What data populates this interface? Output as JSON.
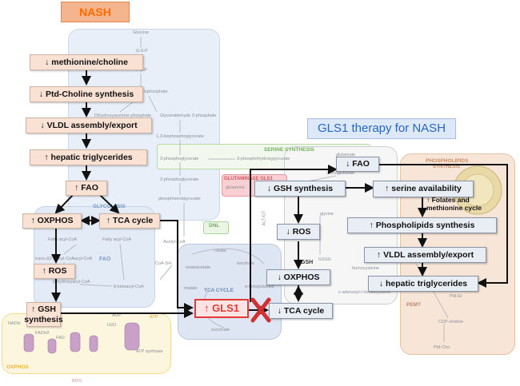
{
  "colors": {
    "nash_title_text": "#ff6a00",
    "gls1_title_text": "#2866c7",
    "gls1_red": "#e53935",
    "cross_red": "#d32f2f",
    "left_box_fill": "#f9e1d3",
    "right_box_fill": "#e9eef5"
  },
  "titles": {
    "nash": "NASH",
    "gls1_therapy": "GLS1 therapy for NASH"
  },
  "nash_pathway": {
    "methionine": "↓ methionine/choline",
    "ptd_choline": "↓ Ptd-Choline synthesis",
    "vldl": "↓ VLDL assembly/export",
    "triglycerides": "↑ hepatic triglycerides",
    "fao": "↑ FAO",
    "oxphos": "↑ OXPHOS",
    "tca": "↑ TCA cycle",
    "ros": "↑ ROS",
    "gsh": "↑ GSH synthesis"
  },
  "gls1_center": {
    "label": "↑ GLS1",
    "inhibition_icon": "cross-icon"
  },
  "therapy_pathway": {
    "fao": "↓ FAO",
    "gsh": "↓ GSH synthesis",
    "ros": "↓ ROS",
    "oxphos": "↓ OXPHOS",
    "tca": "↓ TCA cycle",
    "serine": "↑ serine availability",
    "folates_note": "↑ Folates and methionine cycle",
    "phospholipids": "↑ Phospholipids synthesis",
    "vldl": "↑ VLDL assembly/export",
    "triglycerides": "↓ hepatic triglycerides"
  },
  "background_labels": {
    "glycolysis": "GLYCOLYSIS",
    "fao": "FAO",
    "tca_cycle": "TCA CYCLE",
    "serine_synthesis": "SERINE SYNTHESIS",
    "glutaminase": "GLUTAMINASE GLS1",
    "phospholipids": "PHOSPHOLIPIDS",
    "synthesis": "SYNTHESIS",
    "oxphos": "OXPHOS",
    "dnl": "DNL",
    "pemt": "PEMT",
    "gsh": "GSH",
    "metabolites": {
      "glucose": "Glucose",
      "g6p": "G-6-P",
      "f6p": "F-6-P",
      "bisphosphate": "isphosphate",
      "dhap": "Dihydroxyacetone phosphate",
      "g3p": "Glyceraldehyde 3-phosphate",
      "bpg": "1,3-bisphosphoglycerate",
      "pg3": "3-phosphoglycerate",
      "pg2": "2-phosphoglycerate",
      "pep": "phosphoenolpyruvate",
      "php": "3-phosphohydroxypyruvate",
      "acetyl_coa": "Acetyl-CoA",
      "coa_sh": "CoA-SH",
      "citrate": "citrate",
      "isocitrate": "isocitrate",
      "oxaloacetate": "oxaloacetate",
      "malate": "malate",
      "akg": "α-ketoglutarate",
      "succinate": "succinate",
      "fatty_acyl_coa_1": "Fatty acyl-CoA",
      "fatty_acyl_coa_2": "Fatty acyl-CoA",
      "trans_enoyl": "trans-Δ2-Enoyl-CoAacyl-CoA",
      "hydroxyacyl": "β-hydroxyacyl-CoA",
      "ketoacyl": "β-ketoacyl-CoA",
      "glutamine": "glutamine",
      "glutamate": "glutamate",
      "oxoglutarate": "2-oxoglutarate",
      "glycine": "glycine",
      "gssg": "GSSG",
      "homocysteine": "homocysteine",
      "sam": "s-adenosyl-l-homocysteine",
      "cdp_choline": "CDP-choline",
      "ptd_cho": "Ptd-Cho",
      "ptd_et": "Ptd-Et",
      "nadh": "NADH",
      "fadh2": "FADH2",
      "fad": "FAD",
      "adp": "ADP",
      "h2o": "H2O",
      "atp": "ATP",
      "atp_synthase": "ATP synthase",
      "altgt": "ALT/GT",
      "ros_small": "ROS"
    }
  }
}
